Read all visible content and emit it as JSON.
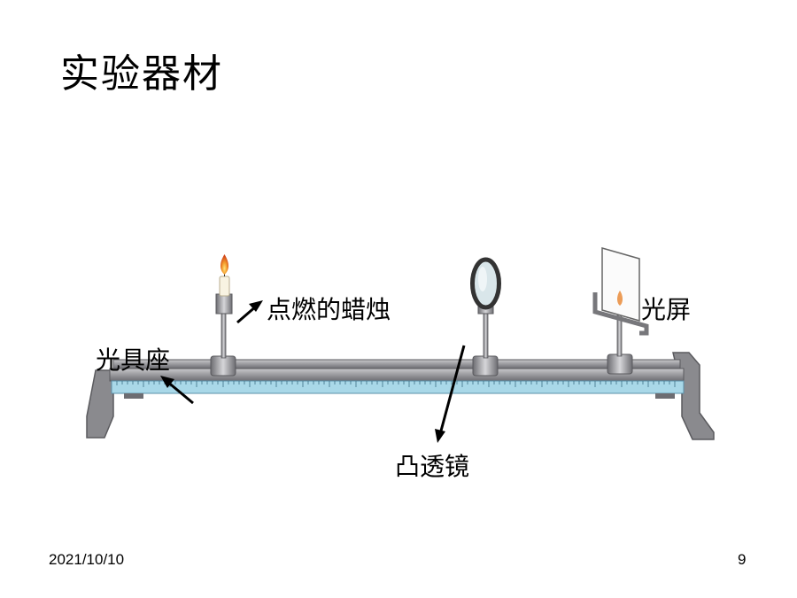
{
  "slide": {
    "title": "实验器材",
    "date": "2021/10/10",
    "page_number": "9"
  },
  "labels": {
    "candle": "点燃的蜡烛",
    "screen": "光屏",
    "optical_bench": "光具座",
    "convex_lens": "凸透镜"
  },
  "colors": {
    "rail": "#8a8a8e",
    "ruler": "#a9d8e8",
    "flame": "#e8731a",
    "arrow": "#000000"
  }
}
